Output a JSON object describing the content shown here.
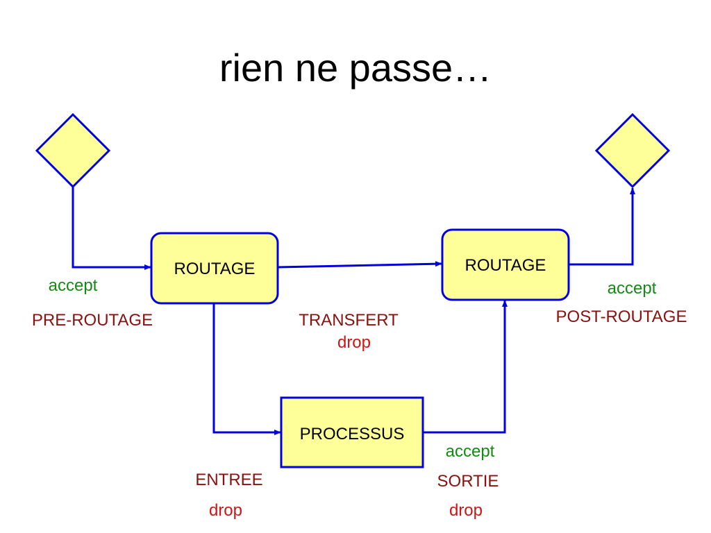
{
  "slide": {
    "title": "rien ne passe…"
  },
  "boxes": {
    "routage_left": "ROUTAGE",
    "routage_right": "ROUTAGE",
    "processus": "PROCESSUS"
  },
  "labels": {
    "pre_routage_accept": "accept",
    "pre_routage": "PRE-ROUTAGE",
    "transfert": "TRANSFERT",
    "transfert_drop": "drop",
    "post_routage_accept": "accept",
    "post_routage": "POST-ROUTAGE",
    "entree": "ENTREE",
    "entree_drop": "drop",
    "sortie_accept": "accept",
    "sortie": "SORTIE",
    "sortie_drop": "drop"
  },
  "colors": {
    "box_fill": "#ffff99",
    "stroke": "#0000e0",
    "accept": "#138a13",
    "hook_name": "#8b1010",
    "drop": "#cc1616"
  }
}
